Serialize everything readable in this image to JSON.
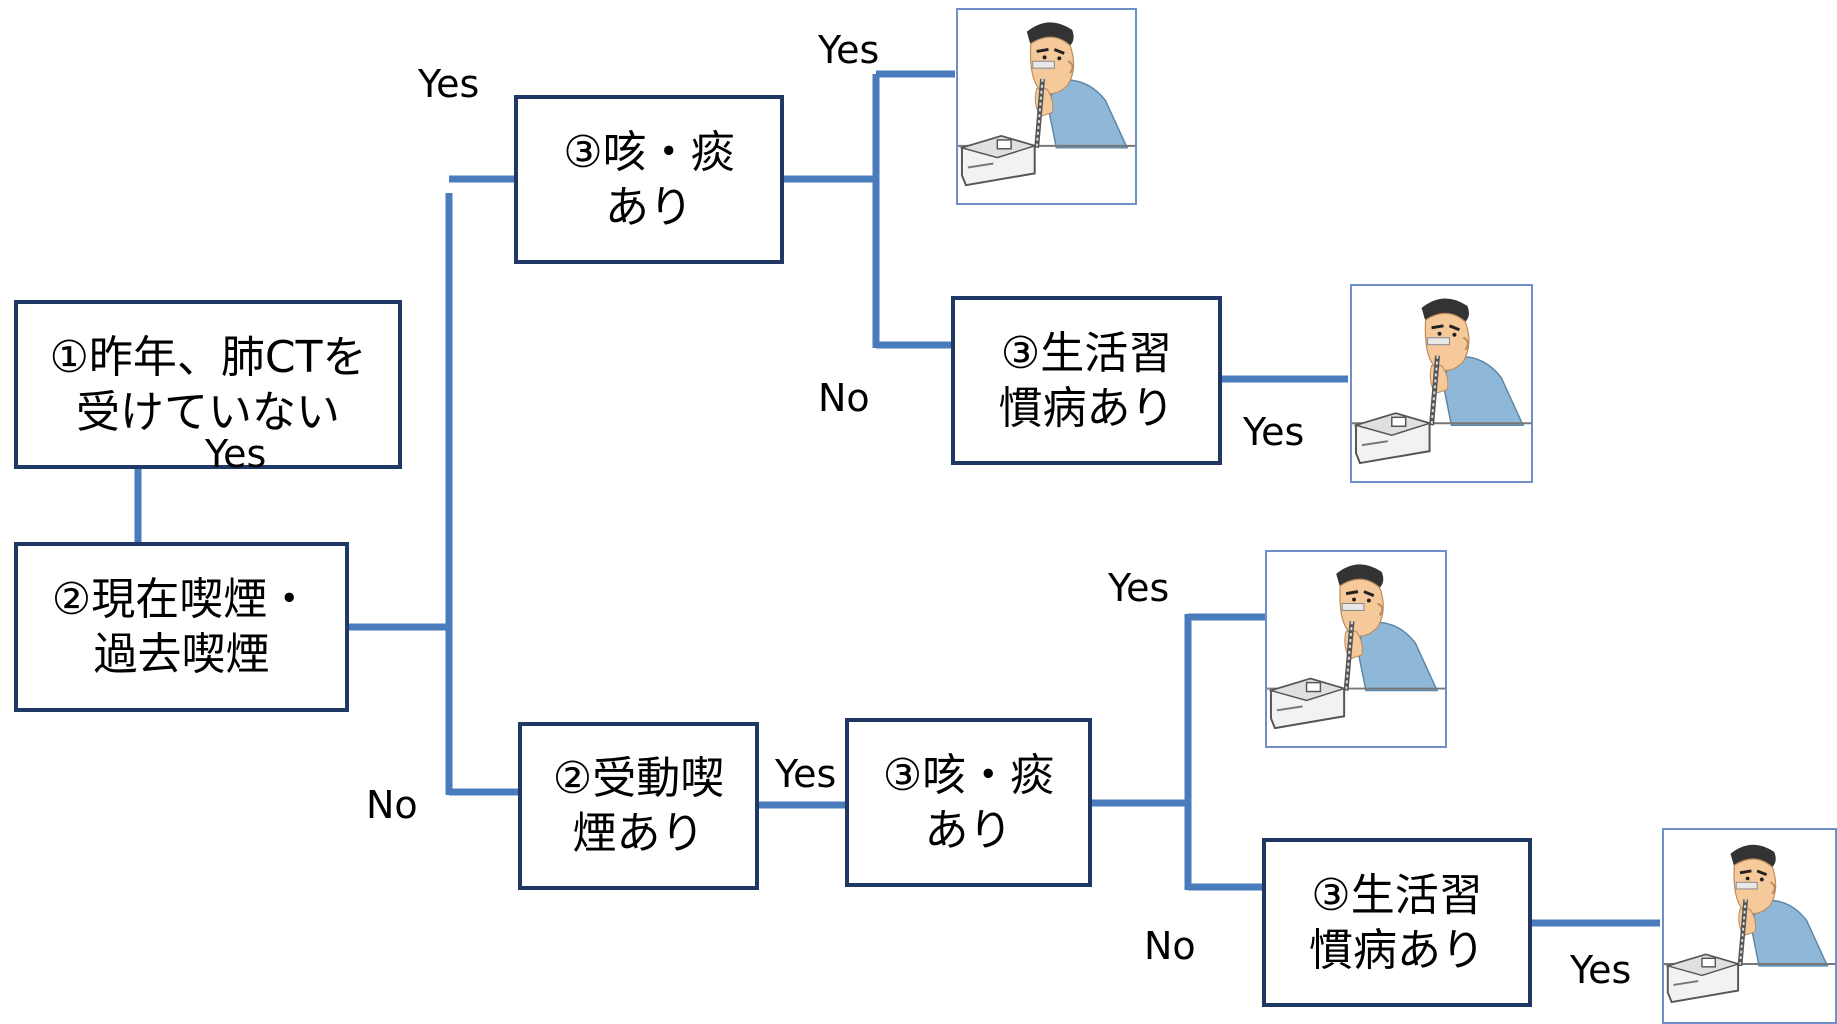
{
  "boxes": {
    "q1": "①昨年、肺CTを\n受けていない",
    "q2a": "②現在喫煙・\n過去喫煙",
    "q2b": "②受動喫\n煙あり",
    "q3_cough_top": "③咳・痰\nあり",
    "q3_life_top": "③生活習\n慣病あり",
    "q3_cough_bottom": "③咳・痰\nあり",
    "q3_life_bottom": "③生活習\n慣病あり"
  },
  "labels": {
    "q1_yes": "Yes",
    "q2a_yes": "Yes",
    "q2a_no": "No",
    "cough_top_yes": "Yes",
    "cough_top_no": "No",
    "life_top_yes": "Yes",
    "q2b_yes": "Yes",
    "cough_bottom_yes": "Yes",
    "cough_bottom_no": "No",
    "life_bottom_yes": "Yes"
  },
  "images": {
    "outcome_icon": "person-spirometry-icon"
  },
  "colors": {
    "connector": "#4a7bbd",
    "box_border": "#1f3864",
    "image_border": "#6f8fc9"
  }
}
